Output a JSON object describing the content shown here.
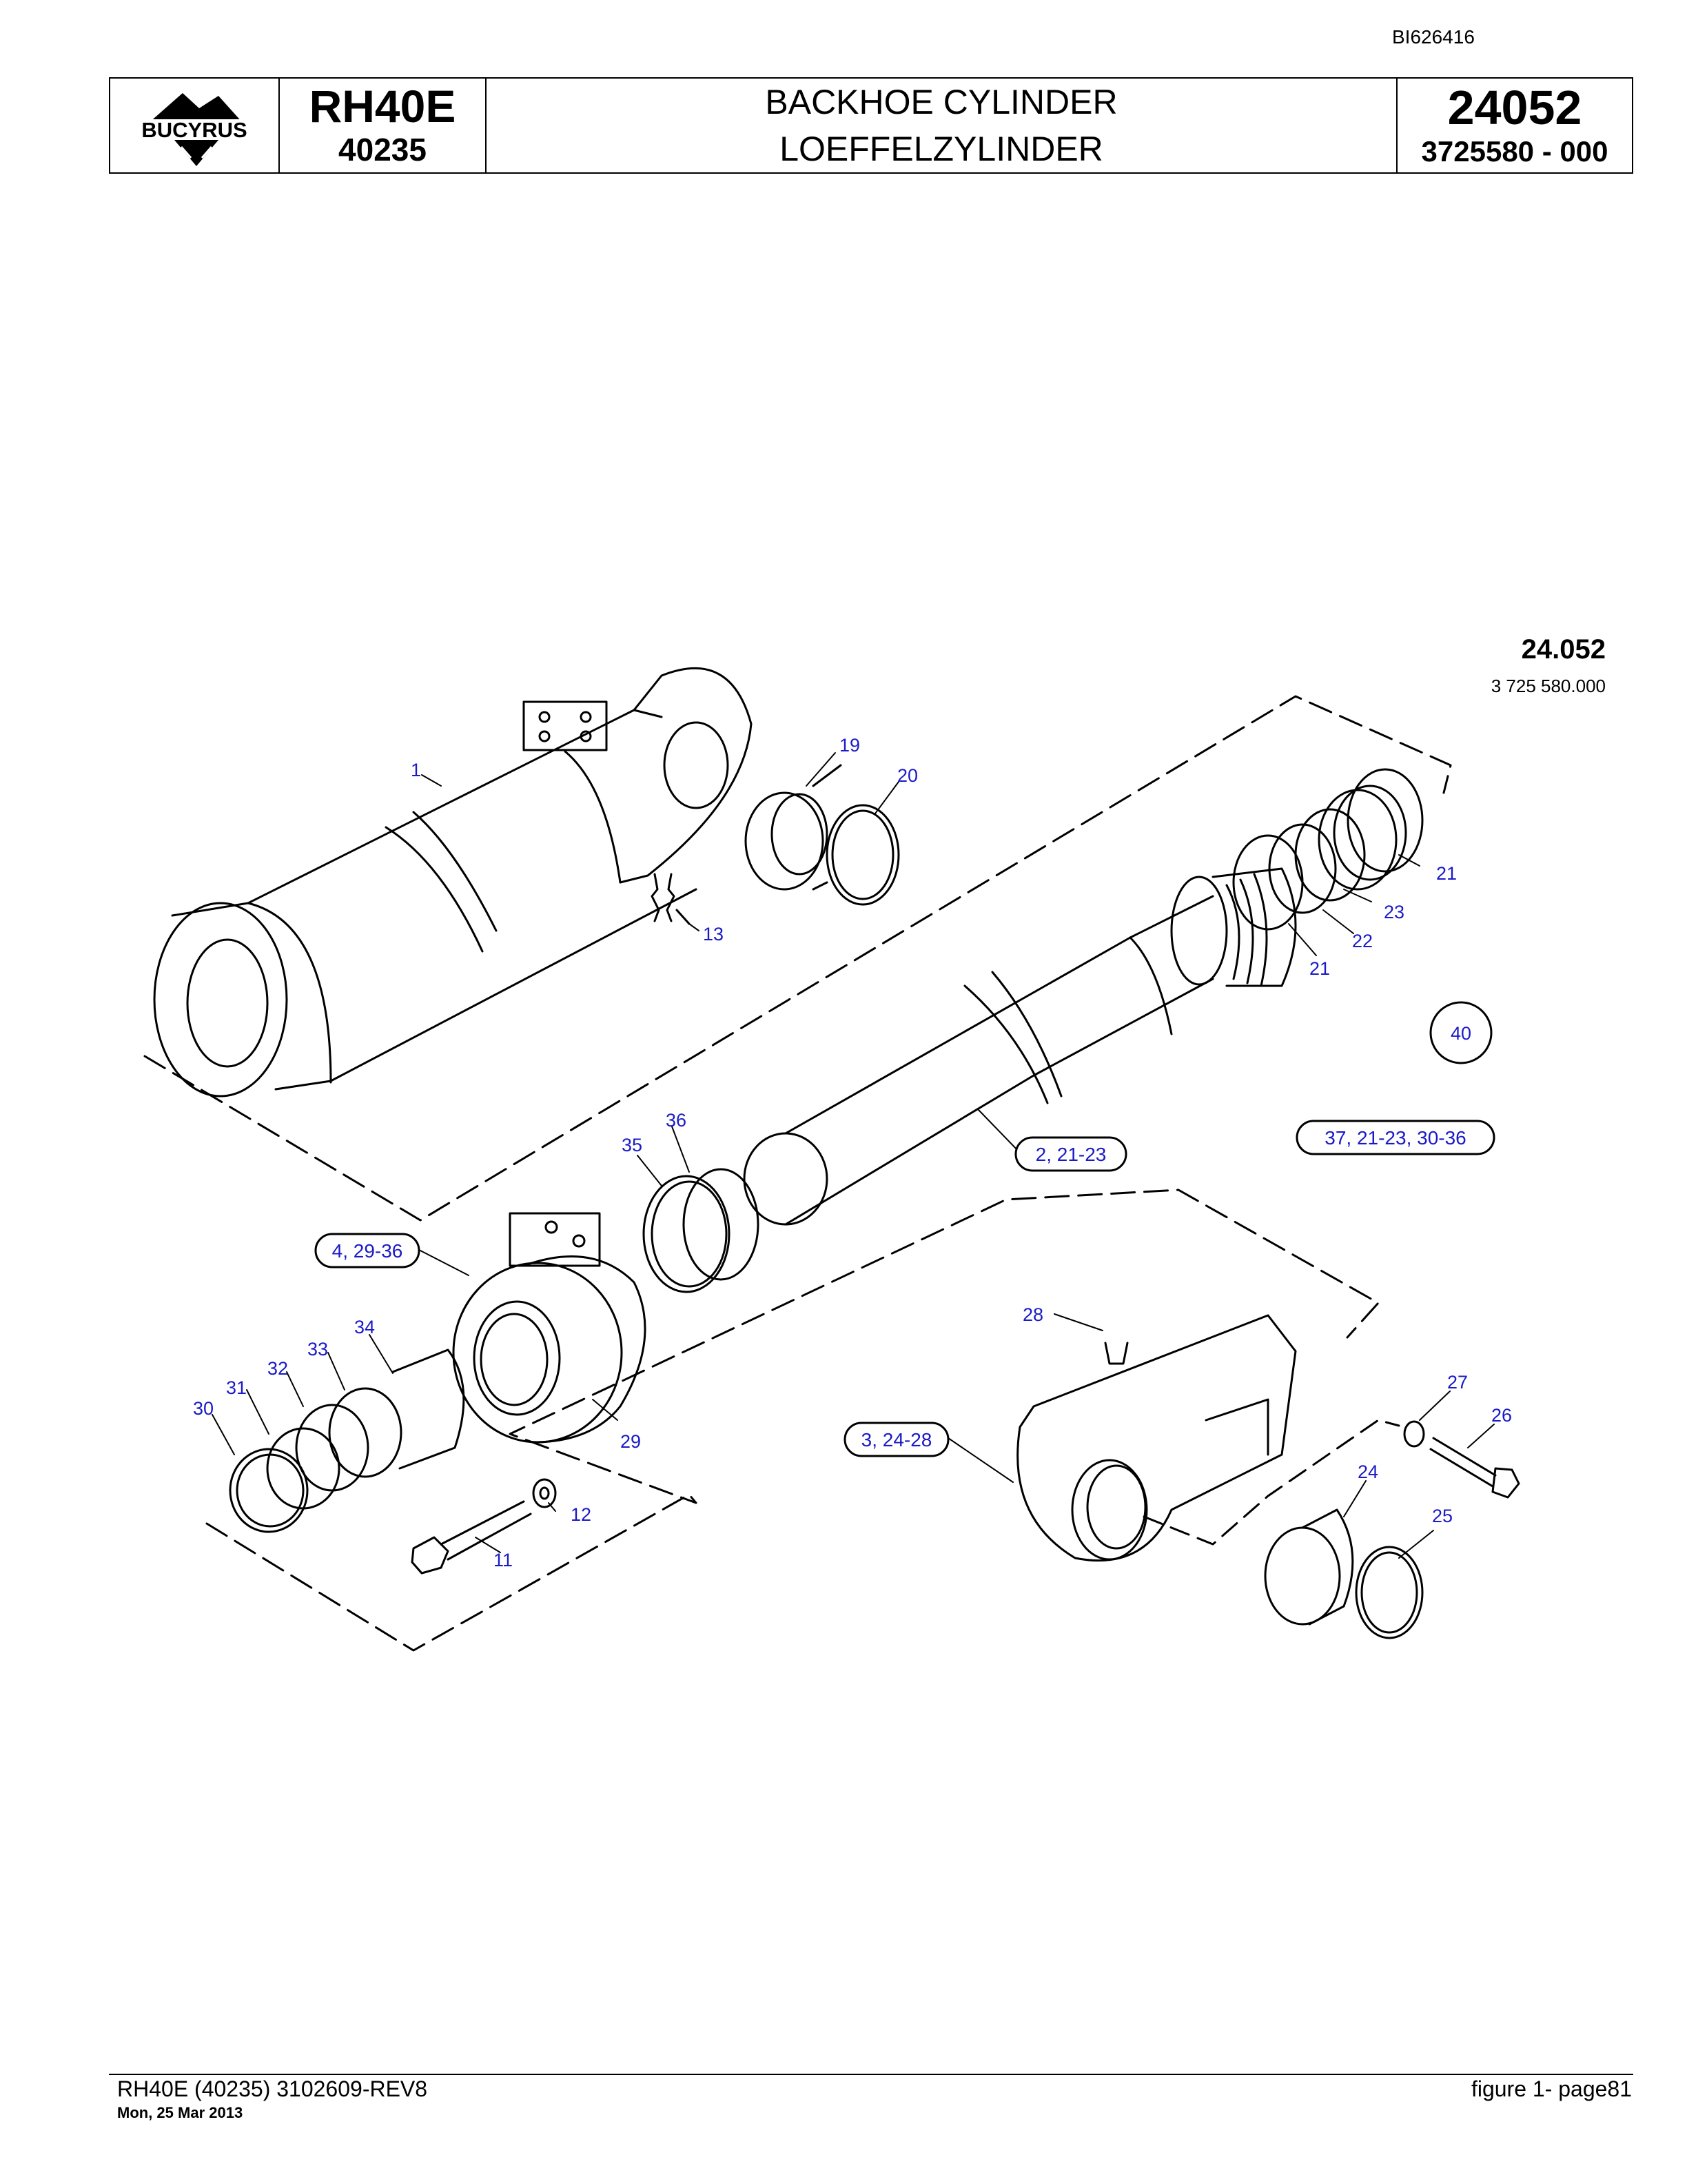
{
  "document_id": "BI626416",
  "header": {
    "logo_text": "BUCYRUS",
    "model": "RH40E",
    "serial": "40235",
    "title_en": "BACKHOE CYLINDER",
    "title_de": "LOEFFELZYLINDER",
    "group": "24052",
    "part_number": "3725580  - 000"
  },
  "figure": {
    "group_label": "24.052",
    "part_label": "3 725 580.000",
    "callouts": [
      {
        "id": "c1",
        "text": "1"
      },
      {
        "id": "c19",
        "text": "19"
      },
      {
        "id": "c20",
        "text": "20"
      },
      {
        "id": "c13",
        "text": "13"
      },
      {
        "id": "c21a",
        "text": "21"
      },
      {
        "id": "c23",
        "text": "23"
      },
      {
        "id": "c22",
        "text": "22"
      },
      {
        "id": "c21b",
        "text": "21"
      },
      {
        "id": "c40",
        "text": "40"
      },
      {
        "id": "c36",
        "text": "36"
      },
      {
        "id": "c35",
        "text": "35"
      },
      {
        "id": "c34",
        "text": "34"
      },
      {
        "id": "c33",
        "text": "33"
      },
      {
        "id": "c32",
        "text": "32"
      },
      {
        "id": "c31",
        "text": "31"
      },
      {
        "id": "c30",
        "text": "30"
      },
      {
        "id": "c29",
        "text": "29"
      },
      {
        "id": "c28",
        "text": "28"
      },
      {
        "id": "c27",
        "text": "27"
      },
      {
        "id": "c26",
        "text": "26"
      },
      {
        "id": "c24",
        "text": "24"
      },
      {
        "id": "c25",
        "text": "25"
      },
      {
        "id": "c12",
        "text": "12"
      },
      {
        "id": "c11",
        "text": "11"
      }
    ],
    "groups": [
      {
        "id": "g2",
        "text": "2, 21-23"
      },
      {
        "id": "g37",
        "text": "37, 21-23, 30-36"
      },
      {
        "id": "g4",
        "text": "4, 29-36"
      },
      {
        "id": "g3",
        "text": "3, 24-28"
      }
    ]
  },
  "footer": {
    "left": "RH40E (40235) 3102609-REV8",
    "date": "Mon, 25 Mar 2013",
    "right": "figure  1- page81"
  }
}
